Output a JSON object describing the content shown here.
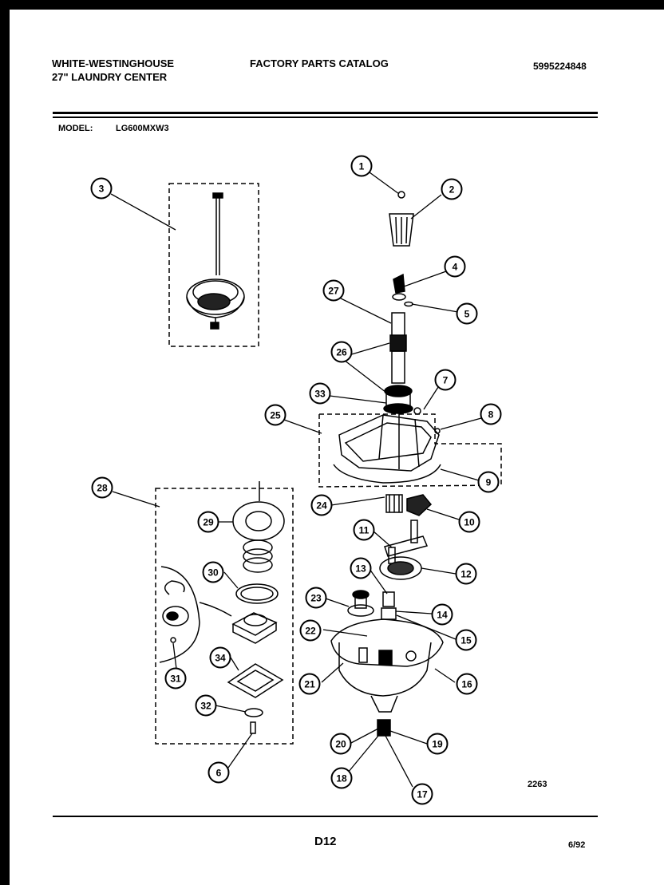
{
  "header": {
    "brand": "WHITE-WESTINGHOUSE",
    "product": "27\" LAUNDRY CENTER",
    "catalog_title": "FACTORY PARTS CATALOG",
    "catalog_number": "5995224848",
    "model_label": "MODEL:",
    "model_number": "LG600MXW3"
  },
  "callouts": [
    "1",
    "2",
    "3",
    "4",
    "5",
    "27",
    "26",
    "33",
    "7",
    "25",
    "8",
    "9",
    "24",
    "10",
    "28",
    "29",
    "11",
    "12",
    "13",
    "30",
    "23",
    "14",
    "22",
    "15",
    "21",
    "16",
    "34",
    "31",
    "32",
    "20",
    "19",
    "18",
    "17",
    "6"
  ],
  "footer": {
    "figure_id": "2263",
    "page_label": "D12",
    "revision": "6/92"
  },
  "colors": {
    "ink": "#000000",
    "paper": "#ffffff",
    "border": "#000000"
  }
}
